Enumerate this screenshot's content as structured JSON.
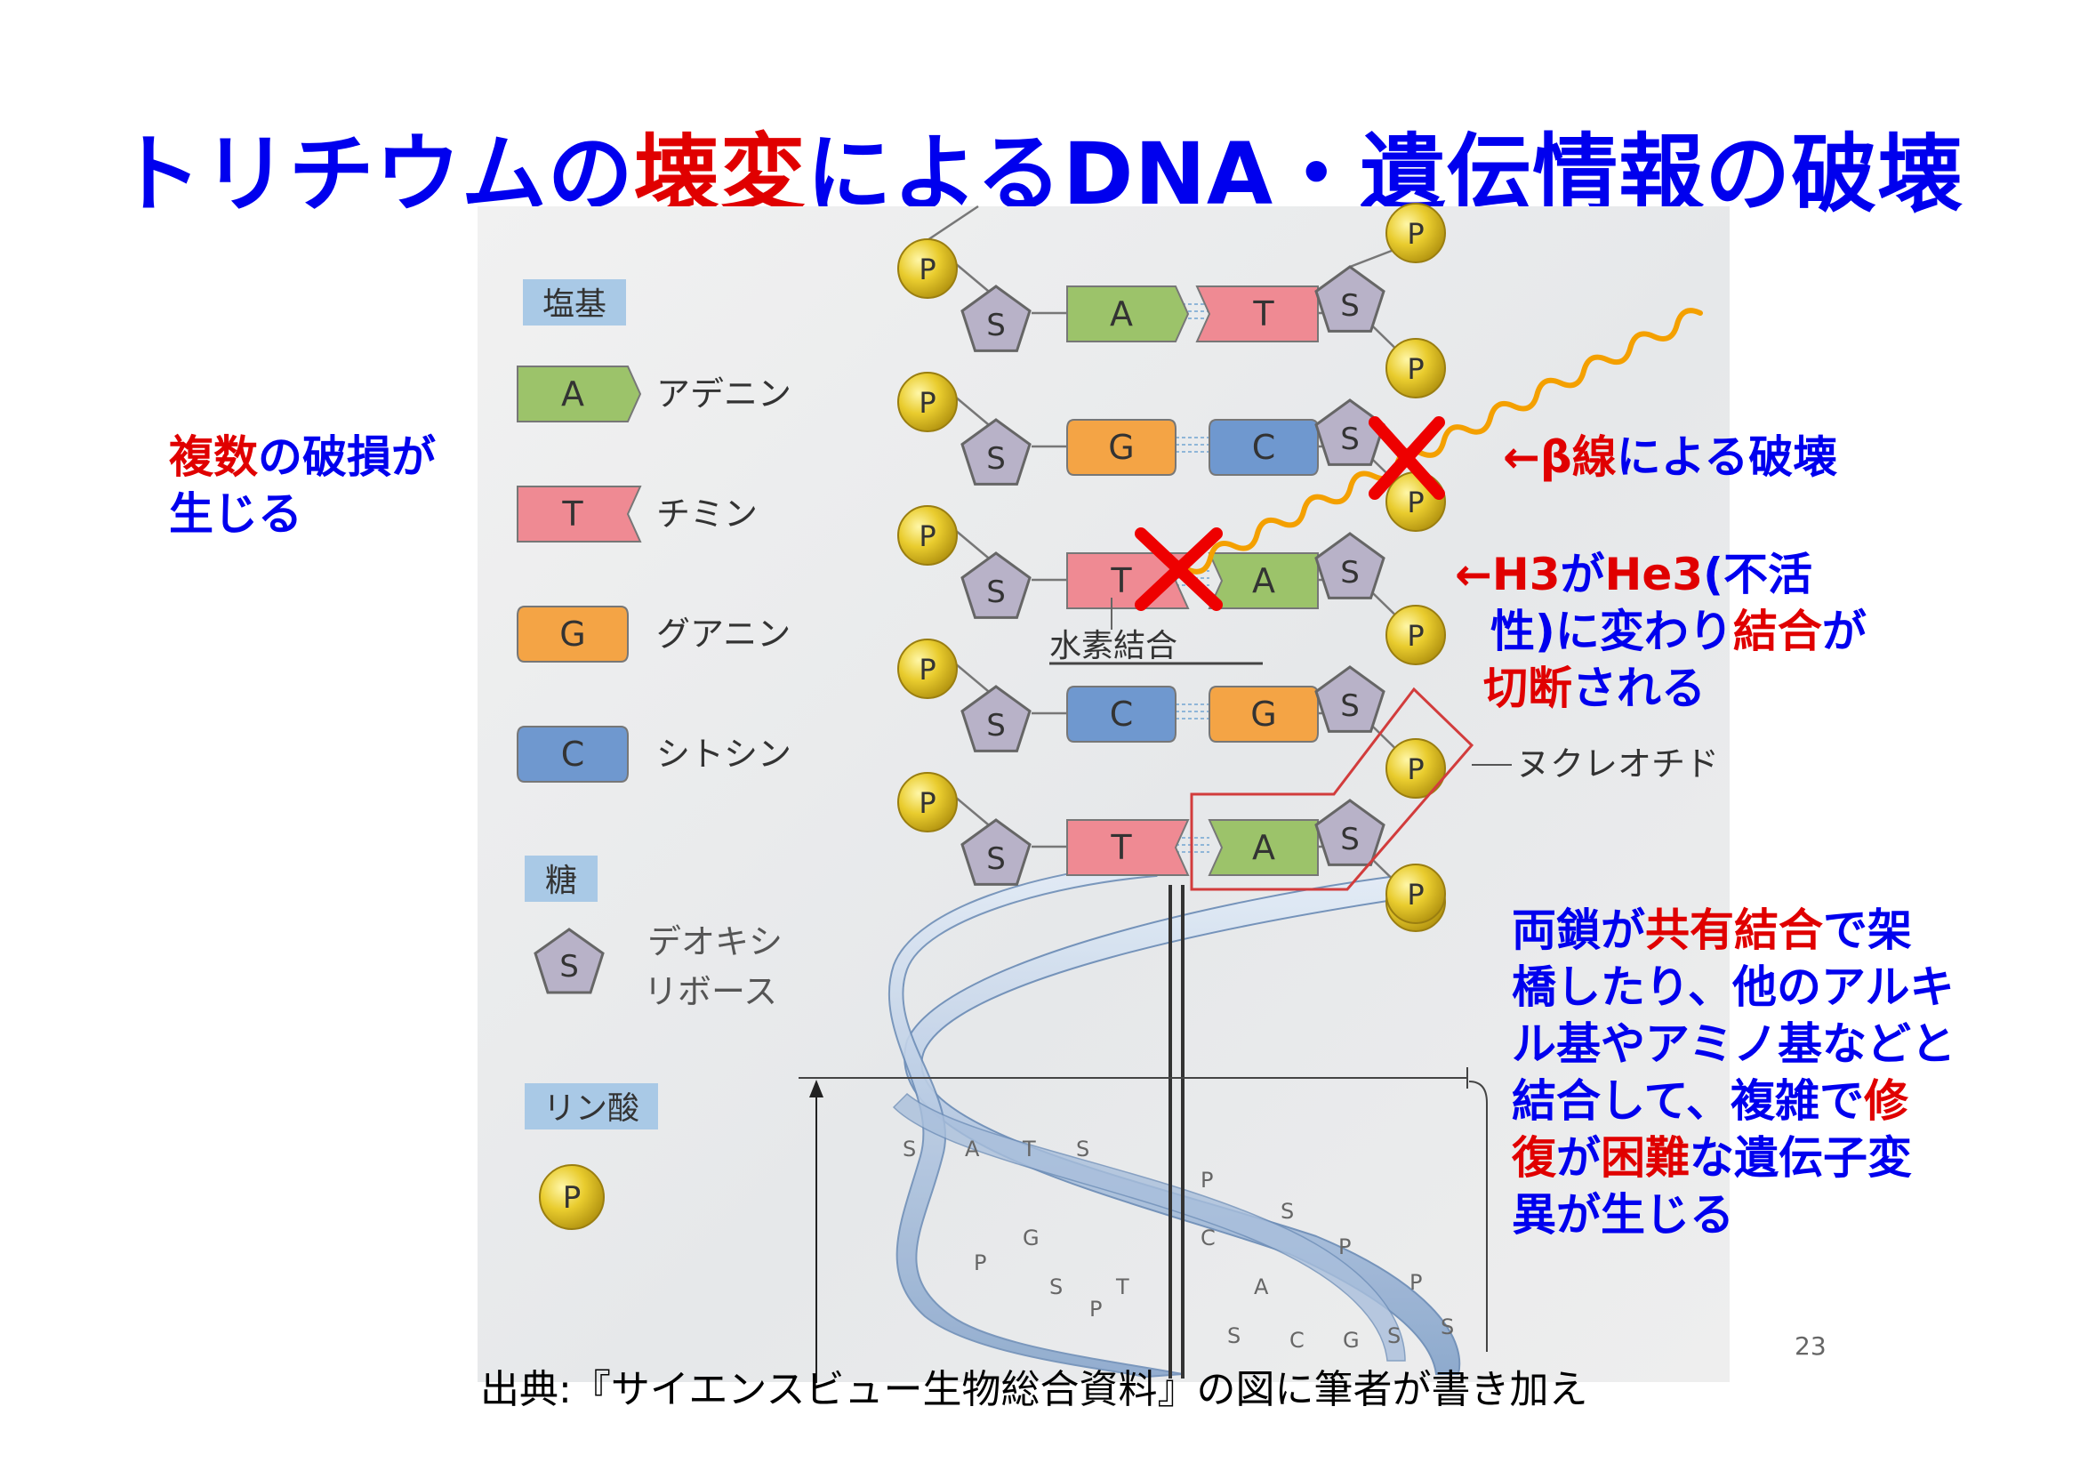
{
  "title": {
    "part1": "トリチウムの",
    "part2": "壊変",
    "part3": "によるDNA・遺伝情報の破壊"
  },
  "left_note": {
    "line1_red": "複数",
    "line1_rest": "の破損が",
    "line2": "生じる"
  },
  "legend": {
    "base_header": "塩基",
    "bases": [
      {
        "letter": "A",
        "name": "アデニン"
      },
      {
        "letter": "T",
        "name": "チミン"
      },
      {
        "letter": "G",
        "name": "グアニン"
      },
      {
        "letter": "C",
        "name": "シトシン"
      }
    ],
    "sugar_header": "糖",
    "sugar_letter": "S",
    "sugar_name_line1": "デオキシ",
    "sugar_name_line2": "リボース",
    "phosphate_header": "リン酸",
    "phosphate_letter": "P"
  },
  "diagram": {
    "pairs": [
      {
        "left": "A",
        "right": "T"
      },
      {
        "left": "G",
        "right": "C"
      },
      {
        "left": "T",
        "right": "A"
      },
      {
        "left": "C",
        "right": "G"
      },
      {
        "left": "T",
        "right": "A"
      }
    ],
    "sugar_label": "S",
    "phosphate_label": "P",
    "hydrogen_bond_label": "水素結合",
    "nucleotide_label": "ヌクレオチド",
    "helix_labels": [
      "S",
      "A",
      "T",
      "S",
      "P",
      "G",
      "C",
      "S",
      "P",
      "S",
      "T",
      "A",
      "P",
      "P",
      "S",
      "S",
      "C",
      "G",
      "S",
      "P"
    ],
    "colors": {
      "A": "#9cc36a",
      "T": "#ef8a93",
      "G": "#f4a445",
      "C": "#6f98cf",
      "sugar": "#b8b2c8",
      "phosphate": "#e9cc2e",
      "beta_ray": "#f4a000",
      "break_mark": "#ee0000"
    }
  },
  "annotations": {
    "beta": {
      "arrow": "←",
      "red": "β線",
      "rest": "による破壊"
    },
    "h3": {
      "line1_arrow": "←",
      "line1_red1": "H3",
      "line1_mid": "が",
      "line1_red2": "He3",
      "line1_rest": "(不活",
      "line2_blue": "性)に変わり",
      "line2_red": "結合",
      "line2_end": "が",
      "line3_red": "切断",
      "line3_rest": "される"
    },
    "crosslink": {
      "line1_blue": "両鎖が",
      "line1_red": "共有結合",
      "line1_end": "で架",
      "line2": "橋したり、他のアルキ",
      "line3": "ル基やアミノ基などと",
      "line4_blue": "結合して、複雑で",
      "line4_red": "修",
      "line5_red1": "復",
      "line5_blue1": "が",
      "line5_red2": "困難",
      "line5_blue2": "な遺伝子変",
      "line6": "異が生じる"
    }
  },
  "source_caption": "出典:『サイエンスビュー生物総合資料』の図に筆者が書き加え",
  "page_number": "23"
}
